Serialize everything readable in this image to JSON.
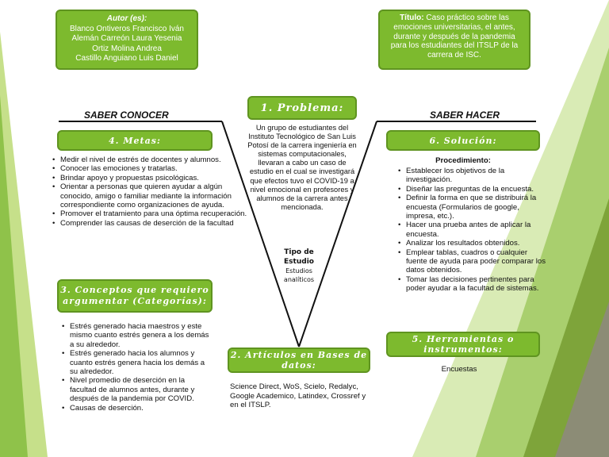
{
  "author_box": {
    "label": "Autor (es):",
    "names": [
      "Blanco Ontiveros  Francisco Iván",
      "Alemán Carreón  Laura  Yesenia",
      "Ortiz Molina Andrea",
      "Castillo Anguiano  Luis Daniel"
    ]
  },
  "title_box": {
    "label": "Título:",
    "text": "Caso práctico sobre las emociones universitarias, el antes, durante y después de la pandemia para los estudiantes del ITSLP  de la carrera  de ISC."
  },
  "headings": {
    "saber_conocer": "SABER CONOCER",
    "saber_hacer": "SABER HACER"
  },
  "problema": {
    "title": "1. Problema:",
    "text": "Un grupo de estudiantes del Instituto Tecnológico de San Luis Potosí de la carrera ingeniería  en sistemas computacionales, llevaran a cabo un caso de estudio en el cual se investigará que efectos tuvo el COVID-19 a nivel emocional en profesores  y alumnos de la carrera  antes mencionada."
  },
  "tipo_estudio": {
    "title": [
      "Tipo de",
      "Estudio"
    ],
    "value": [
      "Estudios",
      "analíticos"
    ]
  },
  "metas": {
    "title": "4. Metas:",
    "items": [
      "Medir el nivel de estrés de docentes  y alumnos.",
      "Conocer las emociones y tratarlas.",
      "Brindar apoyo y propuestas  psicológicas.",
      "Orientar a personas que quieren ayudar a algún conocido, amigo o familiar mediante la información correspondiente  como organizaciones de ayuda.",
      "Promover el tratamiento para una óptima recuperación.",
      "Comprender  las causas de deserción de la facultad"
    ]
  },
  "conceptos": {
    "title": [
      "3. Conceptos que requiero",
      "argumentar (Categorías):"
    ],
    "items": [
      "Estrés generado  hacia maestros y este mismo cuanto estrés genera  a los demás a su alrededor.",
      "Estrés generado  hacia los alumnos y cuanto estrés genera  hacia los demás a su alrededor.",
      "Nivel promedio de deserción en la facultad de alumnos antes, durante y después de la pandemia  por COVID.",
      "Causas  de deserción."
    ]
  },
  "articulos": {
    "title": [
      "2. Artículos en Bases  de",
      "datos:"
    ],
    "text": "Science Direct, WoS, Scielo, Redalyc, Google Academico, Latindex, Crossref y en el ITSLP."
  },
  "solucion": {
    "title": "6. Solución:",
    "subtitle": "Procedimiento:",
    "items": [
      "Establecer los objetivos de la investigación.",
      "Diseñar las preguntas  de la encuesta.",
      "Definir la forma en que se distribuirá la encuesta (Formularios de google, impresa, etc.).",
      "Hacer una prueba  antes de aplicar la encuesta.",
      "Analizar los resultados obtenidos.",
      "Emplear tablas, cuadros o cualquier fuente de ayuda para poder comparar los datos obtenidos.",
      "Tomar las decisiones pertinentes para poder ayudar a la facultad de sistemas."
    ]
  },
  "herramientas": {
    "title": [
      "5. Herramientas o",
      "instrumentos:"
    ],
    "text": "Encuestas"
  },
  "colors": {
    "box_green": "#7dba2e",
    "box_border": "#5f9420",
    "bg_green_light": "#c6e08a",
    "bg_green_dark": "#6d9a2a"
  }
}
